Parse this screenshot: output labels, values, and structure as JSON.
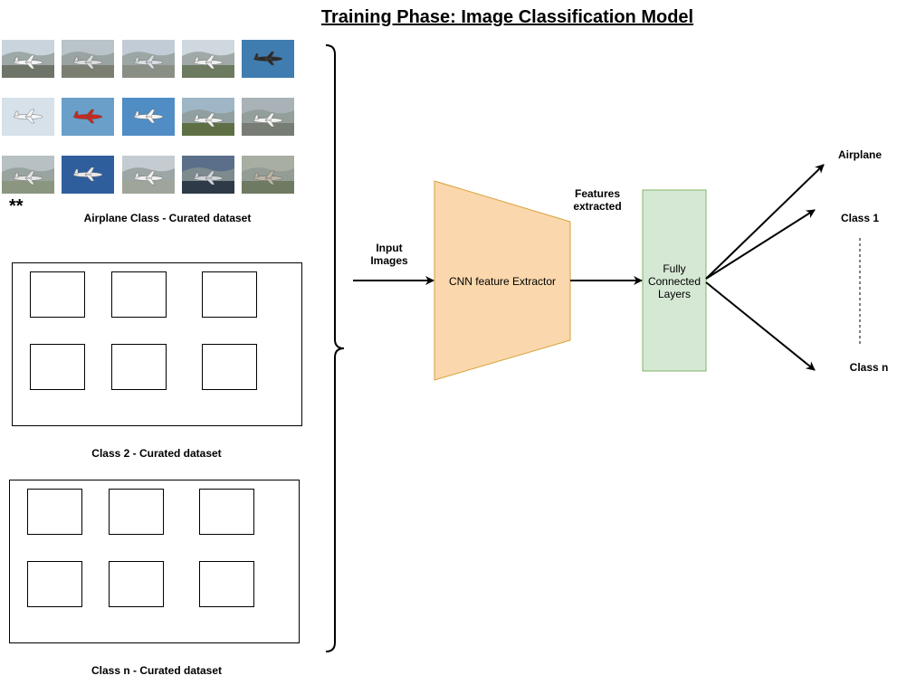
{
  "title": "Training Phase: Image Classification Model",
  "datasets": {
    "airplane_label": "Airplane Class - Curated dataset",
    "class2_label": "Class 2 - Curated dataset",
    "classn_label": "Class n - Curated dataset",
    "marker": "**"
  },
  "thumbnails": [
    {
      "sky": "#c9d4dc",
      "ground": "#6f7468",
      "plane": "#f2f2f2"
    },
    {
      "sky": "#b9c3c9",
      "ground": "#7b7f72",
      "plane": "#dcdcdc"
    },
    {
      "sky": "#c2ccd6",
      "ground": "#8a8f86",
      "plane": "#d8dde2"
    },
    {
      "sky": "#cfd8de",
      "ground": "#6c7a5f",
      "plane": "#eeeeee"
    },
    {
      "sky": "#3f7db0",
      "ground": "#3f7db0",
      "plane": "#2b2b2b"
    },
    {
      "sky": "#d6e1ea",
      "ground": "#d6e1ea",
      "plane": "#f4f4f4"
    },
    {
      "sky": "#6a9fc9",
      "ground": "#6a9fc9",
      "plane": "#c8281e"
    },
    {
      "sky": "#4f8dc4",
      "ground": "#4f8dc4",
      "plane": "#f5f5f5"
    },
    {
      "sky": "#9fb6c6",
      "ground": "#5f6f45",
      "plane": "#f0f0f0"
    },
    {
      "sky": "#a9b2b6",
      "ground": "#777d74",
      "plane": "#f2f2f2"
    },
    {
      "sky": "#b7c1c4",
      "ground": "#8a9680",
      "plane": "#e6e6e6"
    },
    {
      "sky": "#2e5f9c",
      "ground": "#2e5f9c",
      "plane": "#e9e9e9"
    },
    {
      "sky": "#c4ccd2",
      "ground": "#a0a59c",
      "plane": "#efefef"
    },
    {
      "sky": "#5b6f8a",
      "ground": "#2f3a48",
      "plane": "#d0d4da"
    },
    {
      "sky": "#a8aea2",
      "ground": "#6f7a62",
      "plane": "#bdb6a6"
    }
  ],
  "pipeline": {
    "input_label": "Input\nImages",
    "extractor_label": "CNN feature Extractor",
    "features_label": "Features\nextracted",
    "fc_label": "Fully\nConnected\nLayers"
  },
  "outputs": {
    "airplane": "Airplane",
    "class1": "Class 1",
    "classn": "Class n"
  },
  "colors": {
    "extractor_fill": "#fad7ac",
    "extractor_stroke": "#d6a33c",
    "fc_fill": "#d5e8d4",
    "fc_stroke": "#82b366",
    "line": "#000000"
  }
}
